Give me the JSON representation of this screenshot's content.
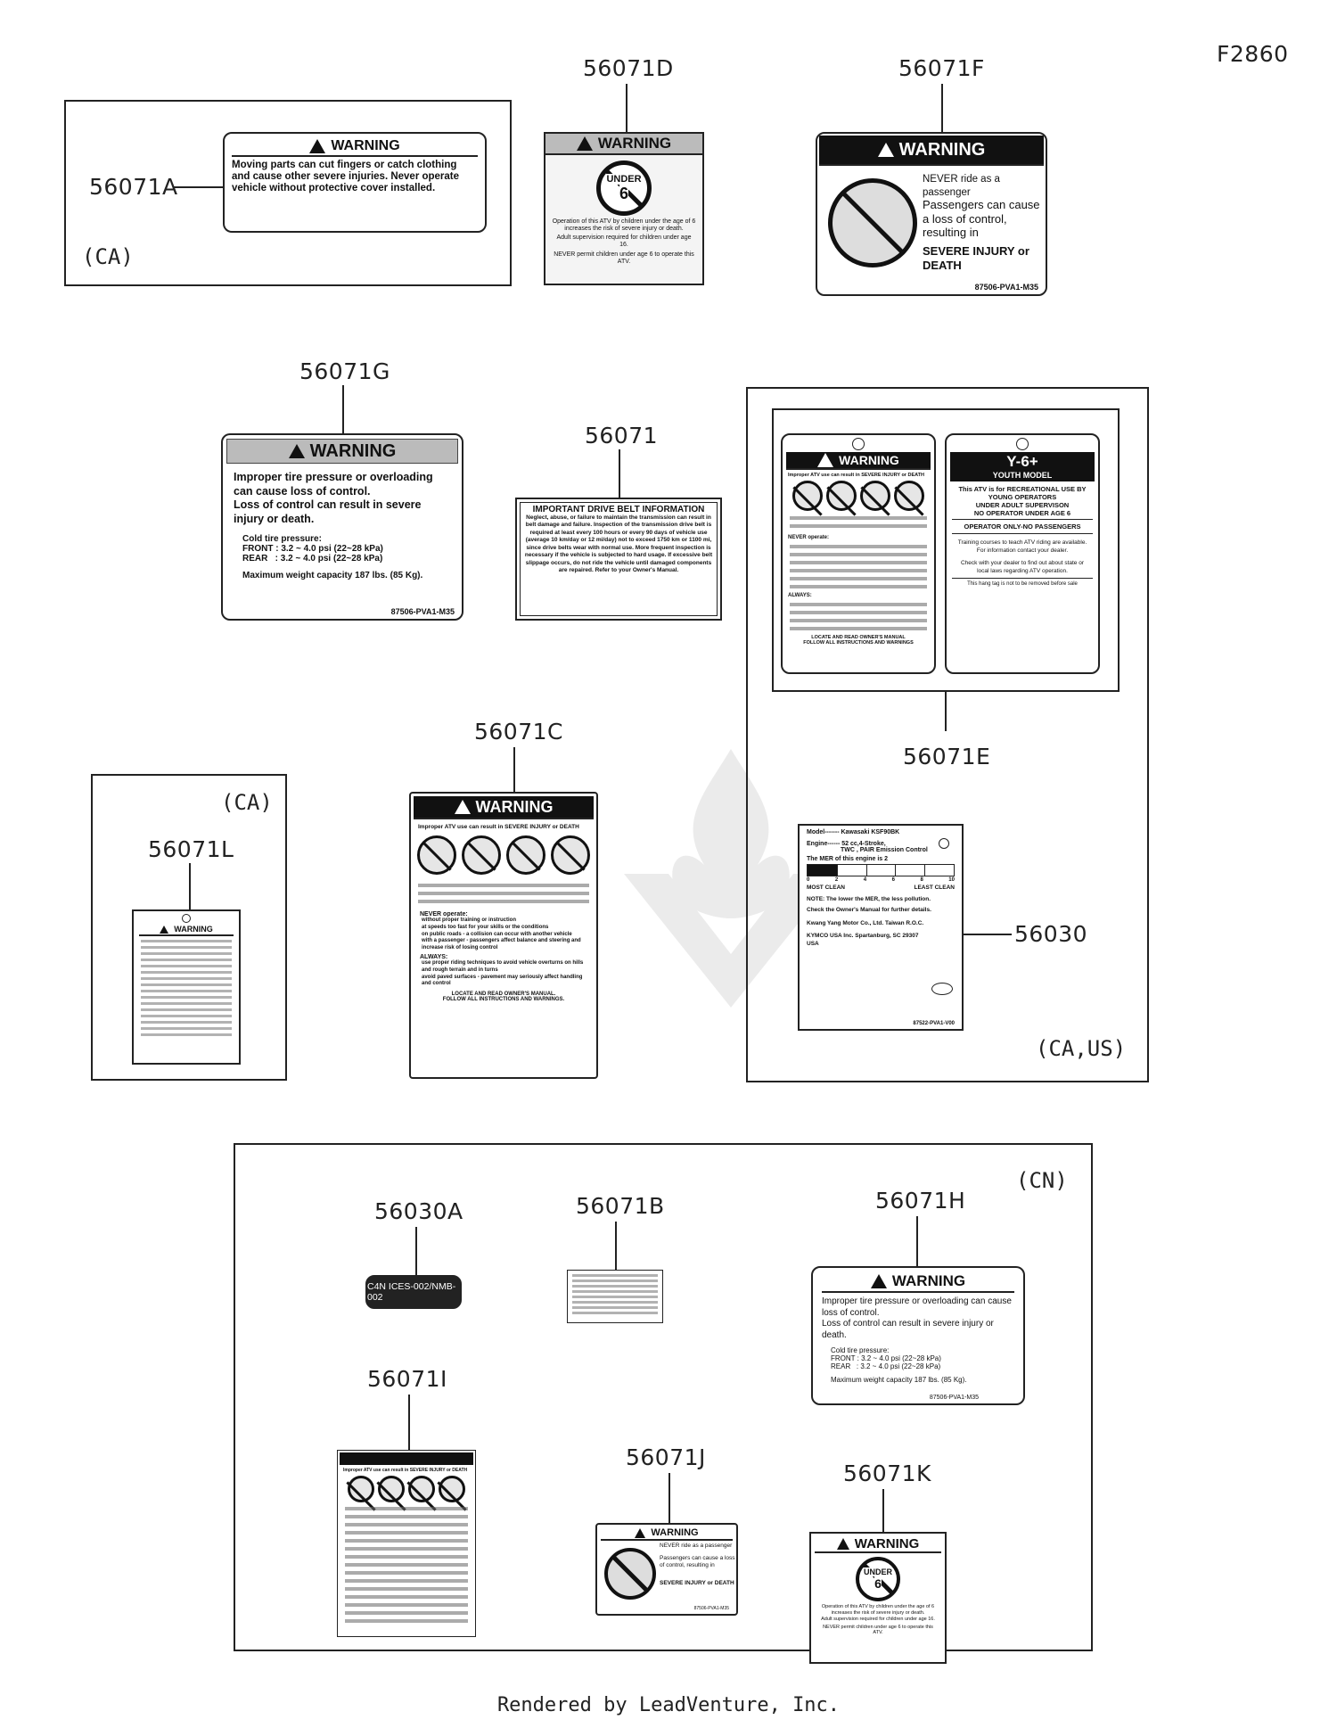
{
  "figure_code": "F2860",
  "parts": {
    "p56071A": "56071A",
    "p56071D": "56071D",
    "p56071F": "56071F",
    "p56071G": "56071G",
    "p56071": "56071",
    "p56071E": "56071E",
    "p56071C": "56071C",
    "p56071L": "56071L",
    "p56030": "56030",
    "p56030A": "56030A",
    "p56071B": "56071B",
    "p56071H": "56071H",
    "p56071I": "56071I",
    "p56071J": "56071J",
    "p56071K": "56071K"
  },
  "regions": {
    "ca_a": "(CA)",
    "ca_l": "(CA)",
    "ca_us": "(CA,US)",
    "cn": "(CN)"
  },
  "labels": {
    "warning": "WARNING",
    "a_text": "Moving parts can cut fingers or catch clothing and cause other severe injuries. Never operate vehicle without protective cover installed.",
    "d_under": "UNDER",
    "d_six": "6",
    "d_text1": "Operation of this ATV by children under the age of 6 increases the risk of severe injury or death.",
    "d_text2": "Adult supervision required for children under age 16.",
    "d_text3": "NEVER permit children under age 6 to operate this ATV.",
    "f_line1": "NEVER ride as a passenger",
    "f_line2": "Passengers can cause a loss of control, resulting in",
    "f_line3": "SEVERE INJURY or DEATH",
    "f_code": "87506-PVA1-M35",
    "g_text1": "Improper tire pressure or overloading can cause loss of control.",
    "g_text2": "Loss of control can result in severe injury or death.",
    "g_cold": "Cold tire pressure:",
    "g_front": "FRONT : 3.2 ~ 4.0 psi (22~28 kPa)",
    "g_rear": "REAR   : 3.2 ~ 4.0 psi (22~28 kPa)",
    "g_max": "Maximum weight capacity 187 lbs. (85 Kg).",
    "g_code": "87506-PVA1-M35",
    "belt_title": "IMPORTANT DRIVE BELT INFORMATION",
    "belt_text": "Neglect, abuse, or failure to maintain the transmission can result in belt damage and failure. Inspection of the transmission drive belt is required at least every 100 hours or every 90 days of vehicle use (average 10 km/day or 12 mi/day) not to exceed 1750 km or 1100 mi, since drive belts wear with normal use. More frequent inspection is necessary if the vehicle is subjected to hard usage. If excessive belt slippage occurs, do not ride the vehicle until damaged components are repaired. Refer to your Owner's Manual.",
    "e_sub": "Improper ATV use can result in SEVERE INJURY or DEATH",
    "e_never": "NEVER operate:",
    "e_always": "ALWAYS:",
    "e_locate": "LOCATE AND READ OWNER'S MANUAL",
    "e_follow": "FOLLOW ALL INSTRUCTIONS AND WARNINGS",
    "y6_title": "Y-6+",
    "y6_sub": "YOUTH MODEL",
    "y6_p1": "This ATV is for RECREATIONAL USE BY YOUNG OPERATORS",
    "y6_p2": "UNDER ADULT SUPERVISON",
    "y6_p3": "NO OPERATOR UNDER AGE 6",
    "y6_p4": "OPERATOR ONLY-NO PASSENGERS",
    "y6_p5": "Training courses to teach ATV riding are available. For information contact your dealer.",
    "y6_p6": "Check with your dealer to find out about state or local laws regarding ATV operation.",
    "y6_p7": "This hang tag is not to be removed before sale",
    "c_sub": "Improper ATV use can result in SEVERE INJURY or DEATH",
    "c_never": "NEVER operate:",
    "c_b1": "without proper training or instruction",
    "c_b2": "at speeds too fast for your skills or the conditions",
    "c_b3": "on public roads - a collision can occur with another vehicle",
    "c_b4": "with a passenger - passengers affect balance and steering and increase risk of losing control",
    "c_always": "ALWAYS:",
    "c_b5": "use proper riding techniques to avoid vehicle overturns on hills and rough terrain and in turns",
    "c_b6": "avoid paved surfaces - pavement may seriously affect handling and control",
    "c_locate": "LOCATE AND READ OWNER'S MANUAL.",
    "c_follow": "FOLLOW ALL INSTRUCTIONS AND WARNINGS.",
    "emission_model": "Model------- Kawasaki KSF90BK",
    "emission_engine": "Engine------ 52 cc,4-Stroke,",
    "emission_engine2": "TWC , PAIR Emission Control",
    "emission_mer": "The MER of this engine is 2",
    "emission_scale": [
      "0",
      "2",
      "4",
      "6",
      "8",
      "10"
    ],
    "emission_most": "MOST CLEAN",
    "emission_least": "LEAST CLEAN",
    "emission_note": "NOTE: The lower the MER, the less pollution.",
    "emission_check": "Check the Owner's Manual for further details.",
    "emission_maker": "Kwang Yang Motor Co., Ltd. Taiwan R.O.C.",
    "emission_kymco": "KYMCO USA Inc. Spartanburg, SC 29307 USA",
    "emission_code": "87522-PVA1-V00",
    "cn_plate": "C4N ICES-002/NMB-002",
    "k_under": "UNDER",
    "k_six": "6"
  },
  "footer": "Rendered by LeadVenture, Inc."
}
